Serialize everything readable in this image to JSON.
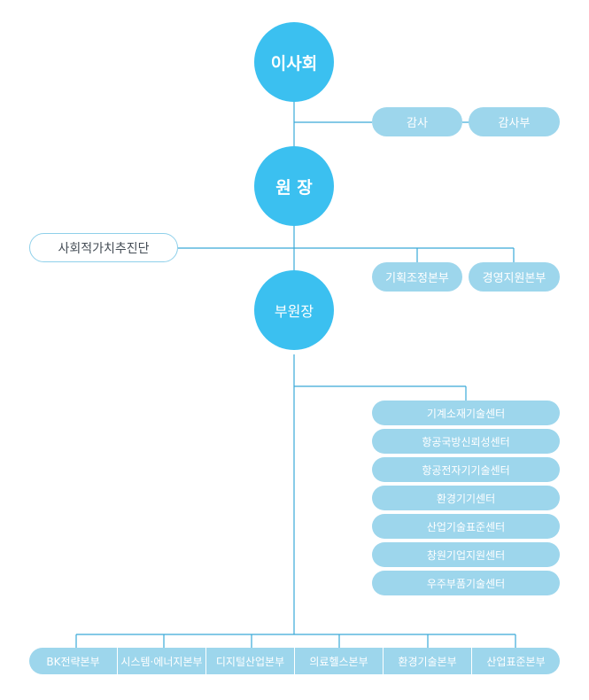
{
  "colors": {
    "circle": "#3bc0f0",
    "pill": "#9dd6ec",
    "line": "#3aa9d8",
    "outline_border": "#8fd0ea"
  },
  "board": {
    "label": "이사회"
  },
  "audit": {
    "auditor": "감사",
    "audit_dept": "감사부"
  },
  "president": {
    "label": "원 장"
  },
  "social_value": {
    "label": "사회적가치추진단"
  },
  "president_depts": {
    "planning": "기획조정본부",
    "management": "경영지원본부"
  },
  "vice_president": {
    "label": "부원장"
  },
  "centers": [
    "기계소재기술센터",
    "항공국방신뢰성센터",
    "항공전자기기술센터",
    "환경기기센터",
    "산업기술표준센터",
    "창원기업지원센터",
    "우주부품기술센터"
  ],
  "divisions": [
    "BK전략본부",
    "시스템·에너지본부",
    "디지털산업본부",
    "의료헬스본부",
    "환경기술본부",
    "산업표준본부"
  ]
}
